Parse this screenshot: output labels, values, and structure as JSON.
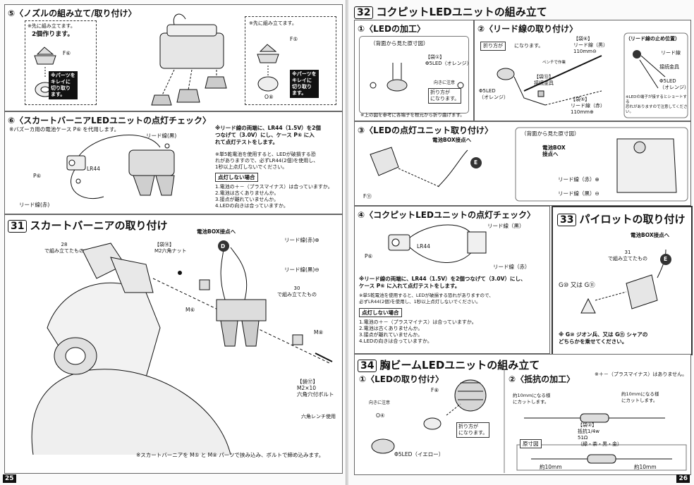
{
  "left": {
    "s5": {
      "title": "⑤〈ノズルの組み立て/取り付け〉",
      "note_a": "※先に組み立てます。",
      "count": "2個作ります。",
      "part_f": "F⑥",
      "part_o": "O⑦",
      "note_b": "※先に組み立てます。",
      "part_f2": "F⑤",
      "part_o2": "O⑧",
      "warn": "※パーツを\nキレイに\n切り取り\nます。",
      "warn2": "※パーツを\nキレイに\n切り取り\nます。"
    },
    "s6": {
      "title": "⑥〈スカートバーニアLEDユニットの点灯チェック〉",
      "note": "※バズーカ用の電池ケース P⑥ を代用します。",
      "lead_black": "リード線(黒)",
      "lead_red": "リード線(赤)",
      "lr44": "LR44",
      "part_p": "P⑥",
      "instr": "※リード線の両端に、LR44（1.5V）を2個\nつなげて（3.0V）にし、ケース P⑥ に入\nれて点灯テストをします。",
      "warn_note": "※単5乾電池を使用すると、LEDが破損する恐\nれがありますので、必ずLR44(2個)を使用し、\n1秒以上点灯しないでください。",
      "trouble_title": "点灯しない場合",
      "trouble": "1.電池の＋－（プラスマイナス）は合っていますか。\n2.電池は古くありませんか。\n3.接点が離れていませんか。\n4.LEDの向きは合っていますか。"
    },
    "s31": {
      "number": "31",
      "title": "スカートバーニアの取り付け",
      "battery": "電池BOX接点へ",
      "plug_d": "D",
      "bag_14": "【袋⑭】\nM2六角ナット",
      "m6": "M⑥",
      "m8": "M⑧",
      "lead_red": "リード線(赤)⊕",
      "lead_black": "リード線(黒)⊖",
      "ref28": "28\nで組み立てたもの",
      "ref30": "30\nで組み立てたもの",
      "bag_17": "【袋⑰】\nM2×10\n六角穴付ボルト",
      "wrench": "六角レンチ使用",
      "footer": "※スカートバーニアを M⑤ と M⑧ パーツで挟み込み、ボルトで締め込みます。"
    },
    "page_number": "25"
  },
  "right": {
    "s32": {
      "number": "32",
      "title": "コクピットLEDユニットの組み立て"
    },
    "s32_1": {
      "title": "①〈LEDの加工〉",
      "panel": "（背面から見た原寸図）",
      "bag": "【袋①】\nΦ5LED（オレンジ）",
      "warn": "向きに注意",
      "note": "折り方が\nになります。",
      "foot": "※上の図を参考に各端子を根元から折り曲げます。"
    },
    "s32_2": {
      "title": "②〈リード線の取り付け〉",
      "fold": "折り方が",
      "fold2": "になります。",
      "pliers": "ペンチで作業",
      "bag6": "【袋⑥】\nリード線（黒）\n110mm⊖",
      "bag13": "【袋⑬】\n接続金具",
      "bag5": "【袋⑤】\nリード線（赤）\n110mm⊕",
      "led": "Φ5LED\n（オレンジ）",
      "stop_title": "（リード線の止め位置）",
      "stop_lead": "リード線",
      "stop_joint": "接続金具",
      "stop_led": "Φ5LED\n（オレンジ）",
      "stop_note": "※LEDの端子が接するとショートする\n恐れがありますので注意してください。"
    },
    "s32_3": {
      "title": "③〈LEDの点灯ユニット取り付け〉",
      "battery": "電池BOX接点へ",
      "plug_e": "E",
      "part_f": "F⑪",
      "panel": "（背面から見た原寸図）",
      "battery2": "電池BOX\n接点へ",
      "lead_red": "リード線（赤）⊕",
      "lead_black": "リード線（黒）⊖"
    },
    "s32_4": {
      "title": "④〈コクピットLEDユニットの点灯チェック〉",
      "lead_black": "リード線（黒）",
      "lead_red": "リード線（赤）",
      "lr44": "LR44",
      "part_p": "P⑥",
      "instr": "※リード線の両端に、LR44（1.5V）を2個つなげて（3.0V）にし、\nケース P⑥ に入れて点灯テストをします。",
      "warn_note": "※単5乾電池を使用すると、LEDが破損する恐れがありますので、\n必ずLR44(2個)を使用し、1秒以上点灯しないでください。",
      "trouble_title": "点灯しない場合",
      "trouble": "1.電池の＋－（プラスマイナス）は合っていますか。\n2.電池は古くありませんか。\n3.接点が離れていませんか。\n4.LEDの向きは合っていますか。"
    },
    "s33": {
      "number": "33",
      "title": "パイロットの取り付け",
      "battery": "電池BOX接点へ",
      "ref31": "31\nで組み立てたもの",
      "plug_e": "E",
      "parts": "G⑩ 又は G⑪",
      "note": "※ G⑩ ジオン兵、又は G⑪ シャアの\nどちらかを乗せてください。"
    },
    "s34": {
      "number": "34",
      "title": "胸ビームLEDユニットの組み立て"
    },
    "s34_1": {
      "title": "①〈LEDの取り付け〉",
      "part_f": "F⑧",
      "part_o": "O④",
      "warn": "向きに注意",
      "fold": "折り方が\nになります。",
      "led": "Φ5LED（イエロー）"
    },
    "s34_2": {
      "title": "②〈抵抗の加工〉",
      "note": "※＋－（プラスマイナス）はありません。",
      "cut_a": "約10mmになる様\nにカットします。",
      "cut_b": "約10mmになる様\nにカットします。",
      "bag2": "【袋②】\n抵抗1/4w\n51Ω\n（緑・茶・黒・金）",
      "scale_title": "原寸図",
      "scale_a": "約10mm",
      "scale_b": "約10mm"
    },
    "page_number": "26"
  }
}
